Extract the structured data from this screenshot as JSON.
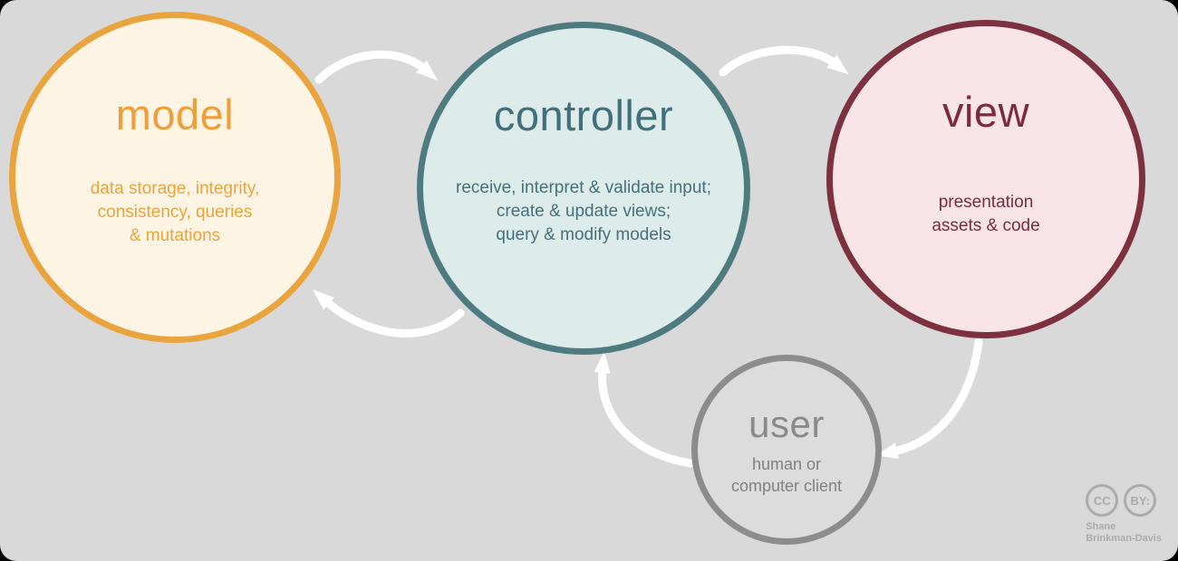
{
  "diagram": {
    "background": "#d9d9d9",
    "arrow_color": "#ffffff",
    "model": {
      "title": "model",
      "description": "data storage, integrity,\nconsistency, queries\n& mutations",
      "fill": "#fdf4e3",
      "border": "#e9a43e",
      "text": "#ef9f39"
    },
    "controller": {
      "title": "controller",
      "description": "receive, interpret & validate input;\ncreate & update views;\nquery & modify models",
      "fill": "#ddecea",
      "border": "#4d7b80",
      "text": "#41707d"
    },
    "view": {
      "title": "view",
      "description": "presentation\nassets & code",
      "fill": "#f9e5e7",
      "border": "#7c3040",
      "text": "#7c2b3d"
    },
    "user": {
      "title": "user",
      "description": "human or\ncomputer client",
      "fill": "#dcdcdc",
      "border": "#8c8c8c",
      "text": "#8a8a8a"
    }
  },
  "credit": {
    "cc_label": "CC",
    "by_label": "BY:",
    "name_line1": "Shane",
    "name_line2": "Brinkman-Davis"
  }
}
